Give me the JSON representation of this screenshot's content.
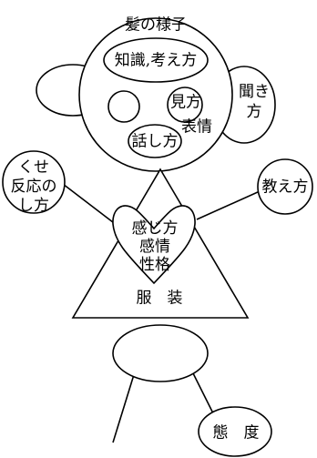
{
  "diagram": {
    "labels": {
      "hair": "髪の様子",
      "knowledge": "知識,考え方",
      "listening": "聞き\n方",
      "looking": "見方",
      "expression": "表情",
      "speaking": "話し方",
      "habits": "くせ\n反応の\nし方",
      "teaching": "教え方",
      "heart": "感じ方\n感情\n性格",
      "clothes": "服　装",
      "attitude": "態　度"
    }
  }
}
